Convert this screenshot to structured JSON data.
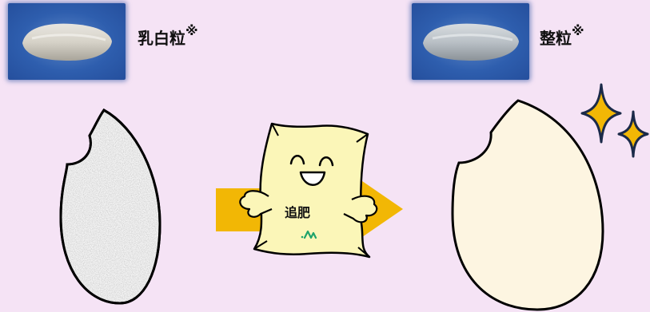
{
  "left_panel": {
    "label": "乳白粒",
    "label_mark": "※",
    "photo_icon": "milky-white-rice-grain-photo",
    "grain_icon": "chalky-rice-grain-icon"
  },
  "right_panel": {
    "label": "整粒",
    "label_mark": "※",
    "photo_icon": "whole-rice-grain-photo",
    "grain_icon": "clear-rice-grain-icon",
    "sparkle_icon": "sparkle-icon"
  },
  "center": {
    "bag_label": "追肥",
    "bag_icon": "fertilizer-bag-mascot-icon",
    "arrow_icon": "right-arrow-icon"
  },
  "colors": {
    "background": "#F5E3F5",
    "arrow": "#F2B705",
    "bag": "#FBF6B8",
    "clear_grain": "#FDF5E1",
    "photo_bg": "#2E5EAE",
    "sparkle": "#F2B705"
  }
}
